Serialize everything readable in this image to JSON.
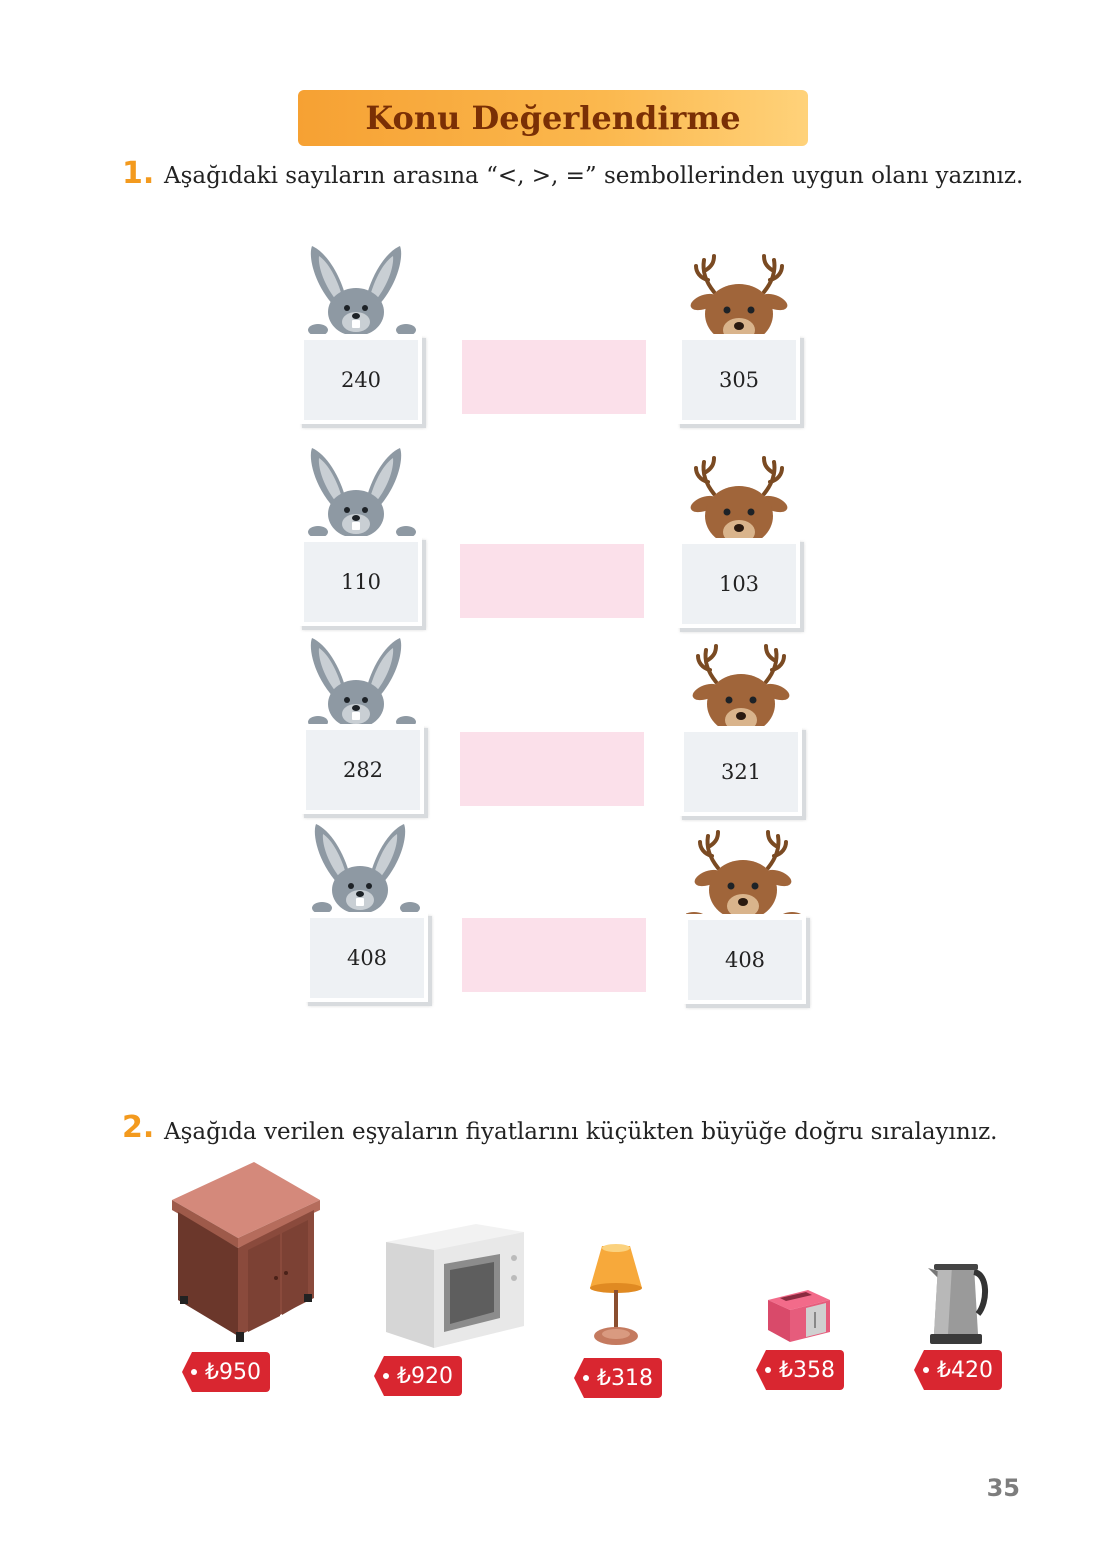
{
  "banner": {
    "title": "Konu Değerlendirme"
  },
  "question1": {
    "number": "1.",
    "text": "Aşağıdaki sayıların arasına “<, >, =” sembollerinden uygun olanı yazınız.",
    "pairs": [
      {
        "left": "240",
        "right": "305"
      },
      {
        "left": "110",
        "right": "103"
      },
      {
        "left": "282",
        "right": "321"
      },
      {
        "left": "408",
        "right": "408"
      }
    ]
  },
  "question2": {
    "number": "2.",
    "text": "Aşağıda verilen eşyaların fiyatlarını küçükten büyüğe doğru sıralayınız.",
    "items": [
      {
        "icon": "cabinet-icon",
        "price": "950"
      },
      {
        "icon": "microwave-icon",
        "price": "920"
      },
      {
        "icon": "lamp-icon",
        "price": "318"
      },
      {
        "icon": "toaster-icon",
        "price": "358"
      },
      {
        "icon": "kettle-icon",
        "price": "420"
      }
    ],
    "currency": "₺"
  },
  "page": {
    "number": "35"
  },
  "colors": {
    "accent": "#f39a1e",
    "banner_text": "#7a2f05",
    "answer_box": "#fbe0ea",
    "price_tag": "#d92630"
  }
}
